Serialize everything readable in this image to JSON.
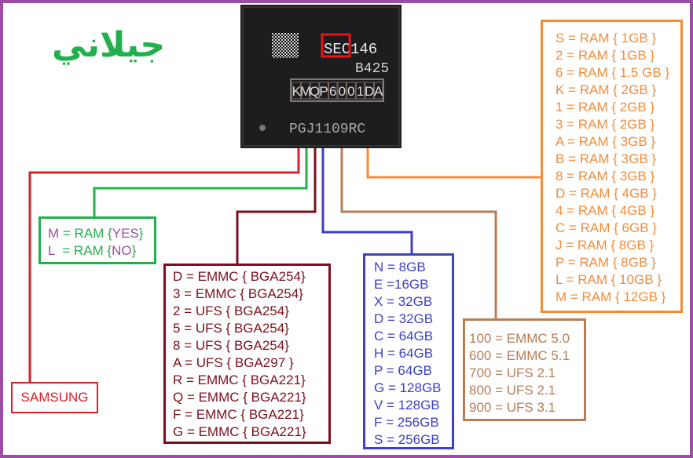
{
  "logo_text": "جيلاني",
  "chip": {
    "marking_line1_code": "SEC",
    "marking_line1_rest": "146",
    "marking_line2": "B425",
    "part_number_chars": [
      "K",
      "M",
      "Q",
      "P",
      "6",
      "0",
      "0",
      "1",
      "D",
      "A"
    ],
    "marking_line4": "PGJ1109RC"
  },
  "colors": {
    "frame": "#9b4ea3",
    "samsung": "#d9202a",
    "ram_flag": "#22b04c",
    "interface": "#7b0f1d",
    "capacity": "#3b40c4",
    "standard": "#b87c57",
    "ram_size": "#f48c3a"
  },
  "samsung_box": {
    "label": "SAMSUNG"
  },
  "ram_flag_box": {
    "rows": [
      {
        "code": "M",
        "eq": " = RAM {",
        "value": "YES",
        "close": "}"
      },
      {
        "code": "L",
        "eq": "  = RAM {",
        "value": "NO",
        "close": "}"
      }
    ]
  },
  "interface_box": {
    "rows": [
      "D = EMMC { BGA254}",
      "3  = EMMC { BGA254}",
      "2  = UFS  { BGA254}",
      "5 = UFS  { BGA254}",
      "8 = UFS { BGA254}",
      "A  = UFS { BGA297 }",
      "R = EMMC { BGA221}",
      "Q  = EMMC { BGA221}",
      "F = EMMC { BGA221}",
      "G  = EMMC { BGA221}"
    ]
  },
  "capacity_box": {
    "rows": [
      "N = 8GB",
      "E =16GB",
      "X = 32GB",
      "D = 32GB",
      "C = 64GB",
      "H = 64GB",
      "P = 64GB",
      "G = 128GB",
      "V = 128GB",
      "F = 256GB",
      "S = 256GB"
    ]
  },
  "standard_box": {
    "rows": [
      "100 = EMMC 5.0",
      "600 = EMMC 5.1",
      "700 = UFS 2.1",
      "800 = UFS 2.1",
      "900 = UFS 3.1"
    ]
  },
  "ram_box": {
    "rows": [
      "S = RAM { 1GB }",
      "2 = RAM { 1GB }",
      "6 = RAM { 1.5 GB }",
      "K = RAM { 2GB }",
      "1 = RAM { 2GB }",
      "3 = RAM { 2GB }",
      "A = RAM { 3GB }",
      "B = RAM { 3GB }",
      "8 = RAM { 3GB }",
      "D = RAM { 4GB }",
      "4 = RAM { 4GB }",
      "C = RAM { 6GB }",
      "J = RAM { 8GB }",
      "P = RAM { 8GB }",
      "L = RAM { 10GB }",
      "M = RAM { 12GB }"
    ]
  }
}
